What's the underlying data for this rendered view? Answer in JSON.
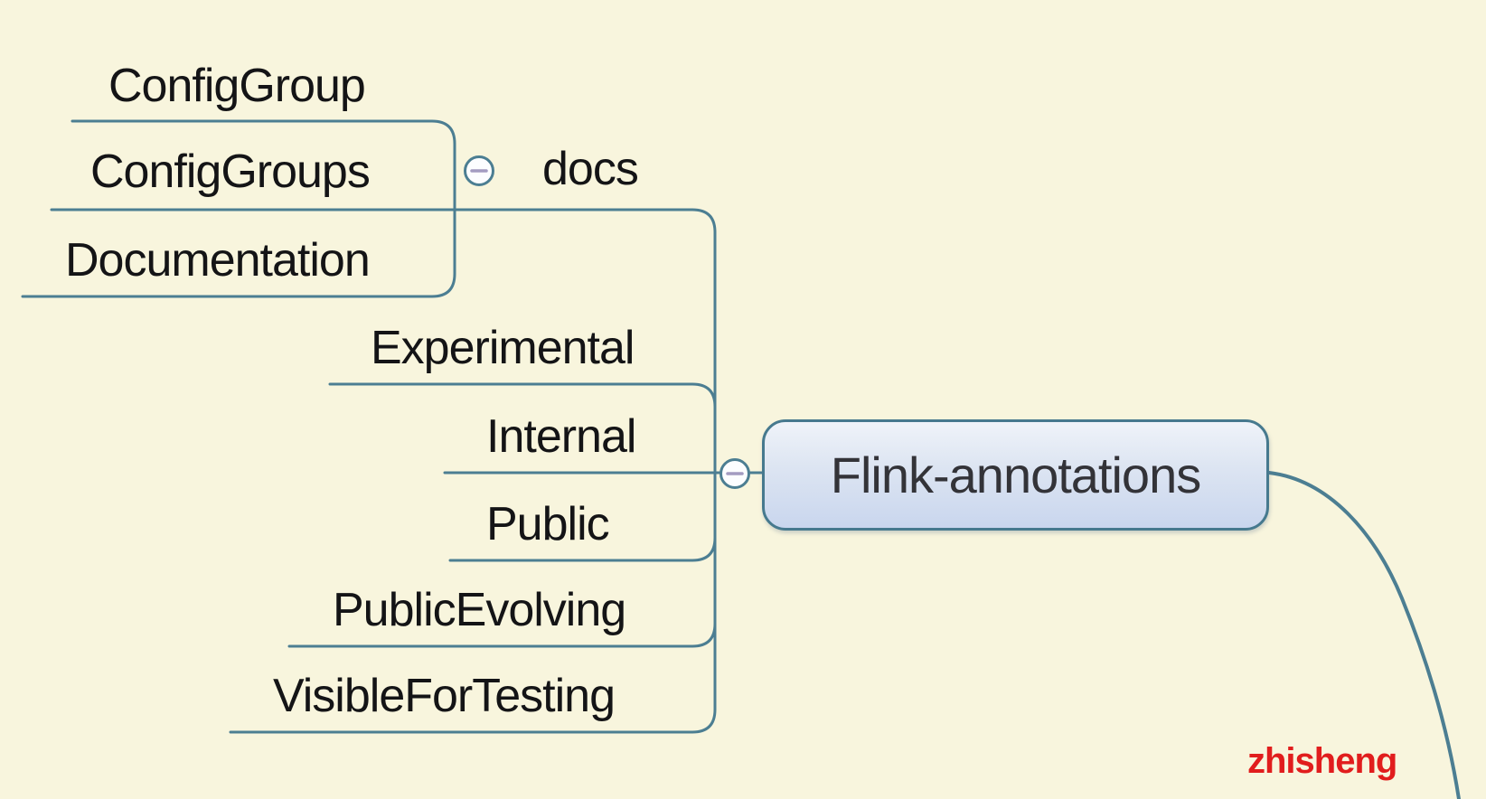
{
  "canvas": {
    "background_color": "#f8f5dd",
    "line_color": "#4c7e92",
    "watermark": {
      "text": "zhisheng",
      "color": "#e11d1d"
    }
  },
  "mindmap": {
    "root": {
      "label": "Flink-annotations",
      "border_color": "#46798e",
      "fill_top": "#eff3f9",
      "fill_bottom": "#c9d6ee",
      "text_color": "#333338"
    },
    "branches": {
      "docs": {
        "label": "docs",
        "children": [
          {
            "label": "ConfigGroup"
          },
          {
            "label": "ConfigGroups"
          },
          {
            "label": "Documentation"
          }
        ]
      },
      "topics": [
        {
          "label": "Experimental"
        },
        {
          "label": "Internal"
        },
        {
          "label": "Public"
        },
        {
          "label": "PublicEvolving"
        },
        {
          "label": "VisibleForTesting"
        }
      ]
    },
    "icons": {
      "collapse": "minus-circle-icon"
    }
  }
}
